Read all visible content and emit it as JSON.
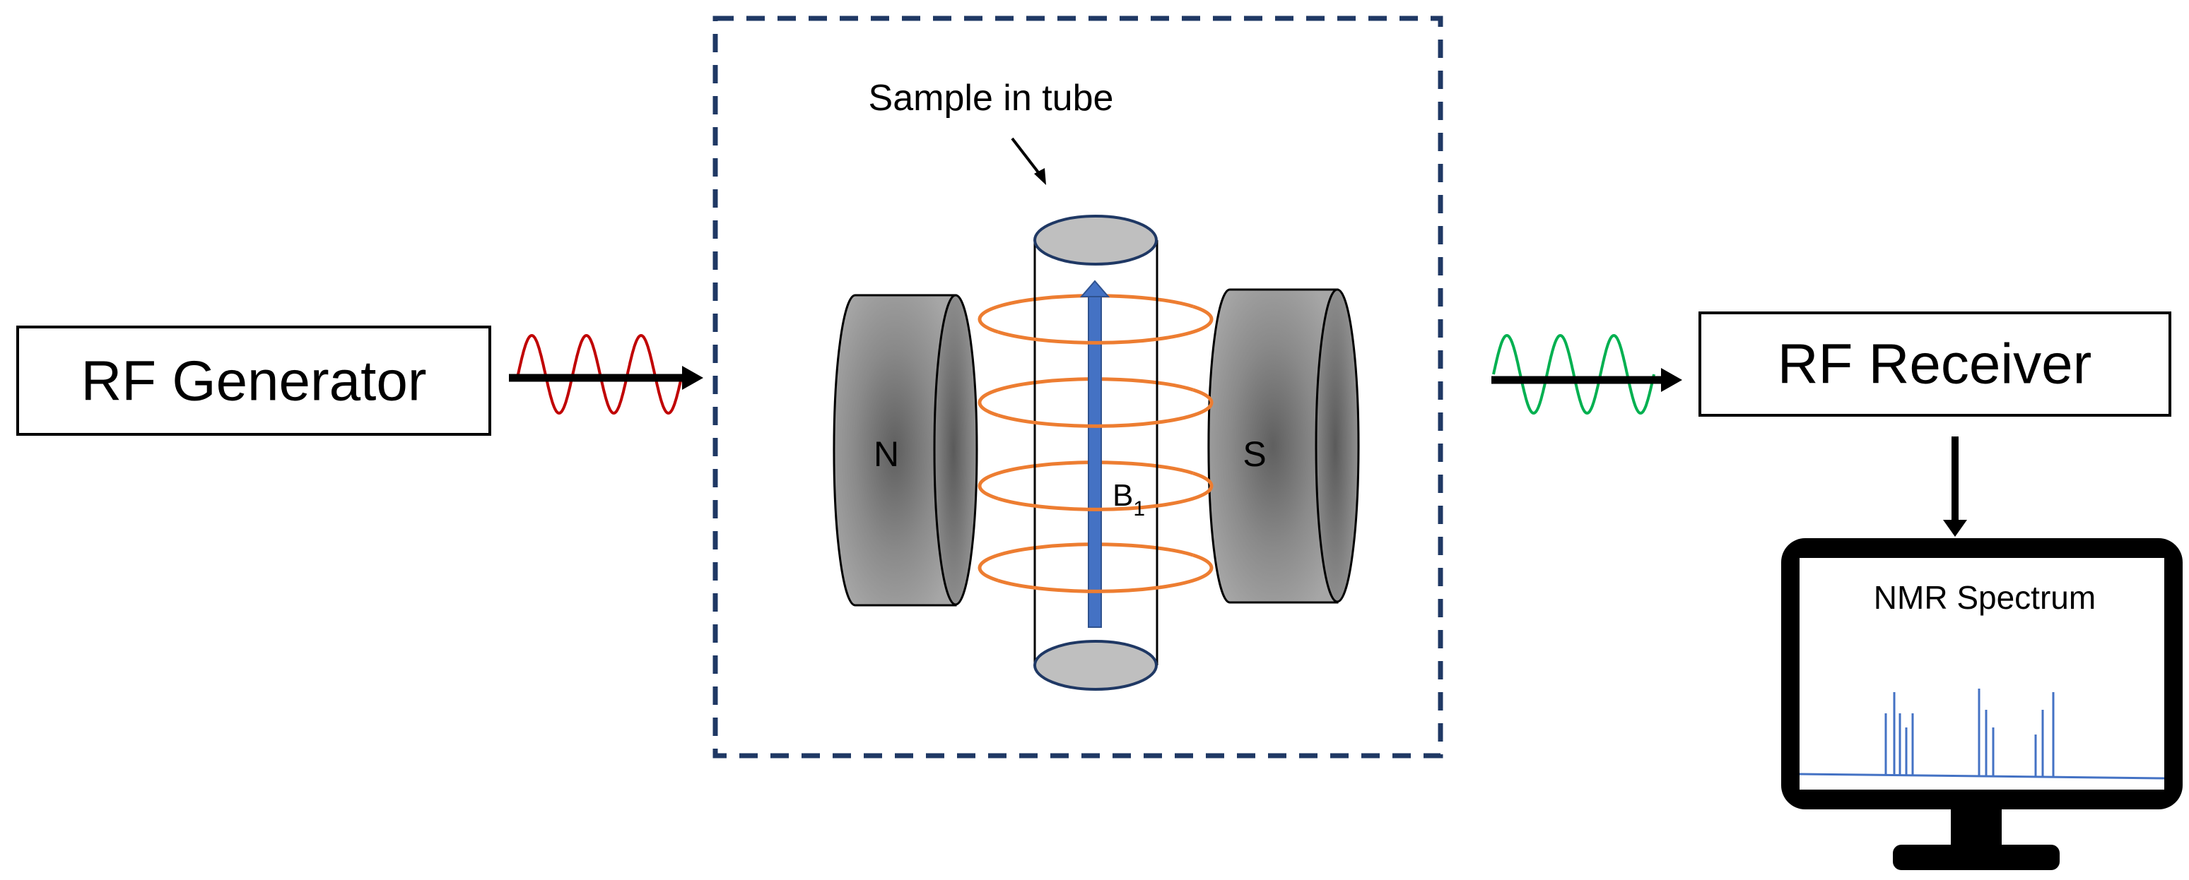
{
  "generator": {
    "label": "RF Generator"
  },
  "receiver": {
    "label": "RF Receiver"
  },
  "sample": {
    "label": "Sample in tube"
  },
  "magnet_north": {
    "label": "N"
  },
  "magnet_south": {
    "label": "S"
  },
  "field": {
    "label": "B",
    "subscript": "1"
  },
  "monitor": {
    "title": "NMR Spectrum"
  },
  "colors": {
    "input_wave": "#c00000",
    "output_wave": "#00b050",
    "coil": "#ed7d31",
    "b1_arrow": "#4472c4",
    "spectrum": "#4472c4",
    "magnet": "#7f7f7f",
    "enclosure": "#1f3864"
  }
}
